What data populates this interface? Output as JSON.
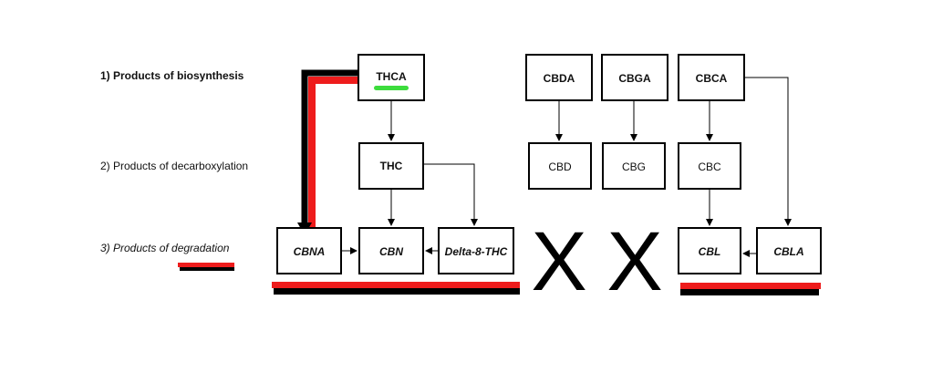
{
  "rows": {
    "biosynthesis": "1) Products of biosynthesis",
    "decarboxylation": "2) Products of decarboxylation",
    "degradation": "3) Products of degradation"
  },
  "nodes": {
    "thca": "THCA",
    "thc": "THC",
    "cbna": "CBNA",
    "cbn": "CBN",
    "delta8": "Delta-8-THC",
    "cbda": "CBDA",
    "cbd": "CBD",
    "cbga": "CBGA",
    "cbg": "CBG",
    "cbca": "CBCA",
    "cbc": "CBC",
    "cbl": "CBL",
    "cbla": "CBLA"
  },
  "marks": {
    "no_degradation": "X"
  },
  "colors": {
    "highlight_red": "#ee1c1c",
    "highlight_green": "#3ddc3d",
    "line": "#000000"
  }
}
